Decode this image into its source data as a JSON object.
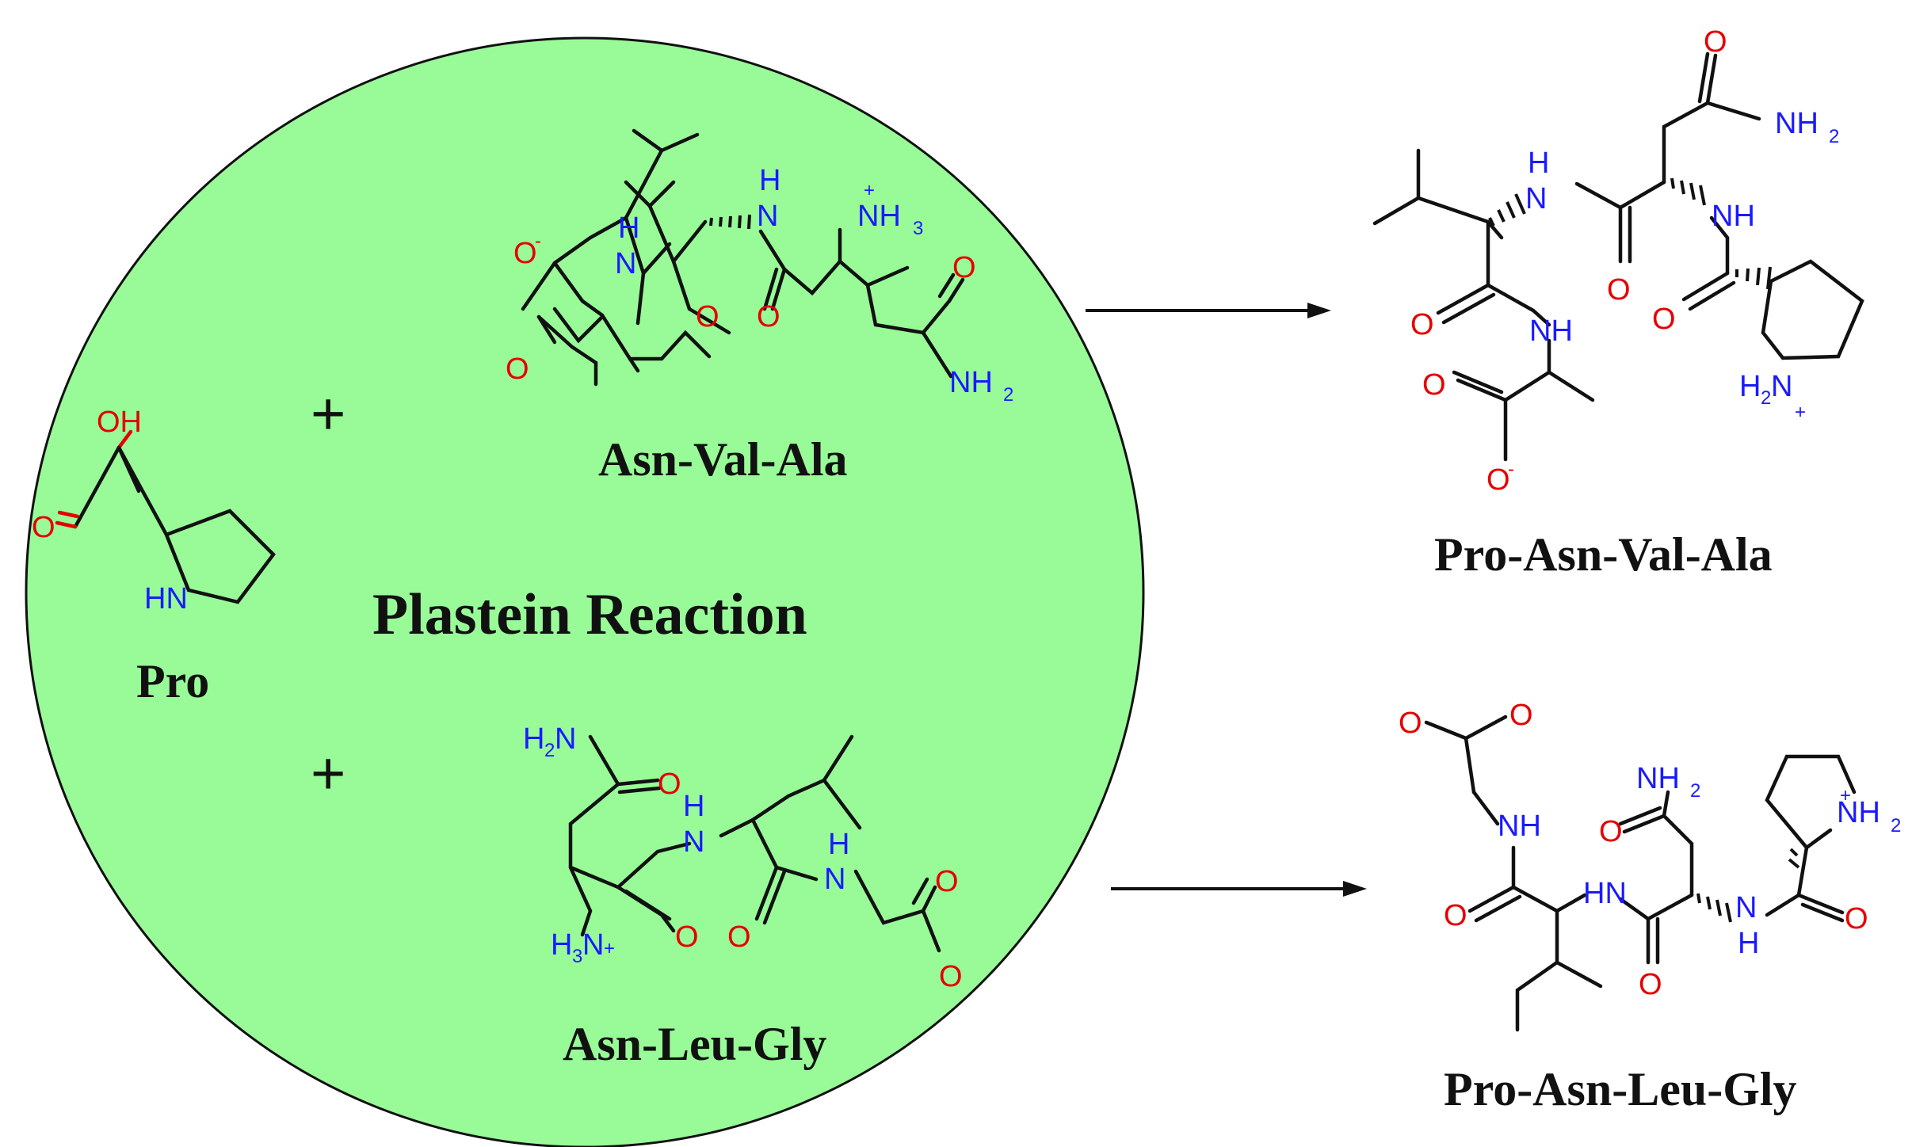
{
  "diagram": {
    "title": "Plastein Reaction",
    "reactants": [
      {
        "id": "pro",
        "label": "Pro"
      },
      {
        "id": "asn-val-ala",
        "label": "Asn-Val-Ala"
      },
      {
        "id": "asn-leu-gly",
        "label": "Asn-Leu-Gly"
      }
    ],
    "products": [
      {
        "id": "pro-asn-val-ala",
        "label": "Pro-Asn-Val-Ala"
      },
      {
        "id": "pro-asn-leu-gly",
        "label": "Pro-Asn-Leu-Gly"
      }
    ],
    "plus_sign": "+",
    "colors": {
      "circle_fill": "#98fb98",
      "bond": "#111111",
      "oxygen": "#e60000",
      "nitrogen": "#1a1aff"
    },
    "atoms": {
      "o": "O",
      "oh": "OH",
      "hn": "HN",
      "nh": "NH",
      "n": "N",
      "h": "H",
      "nh2": "NH",
      "h2n": "H",
      "nh3": "NH",
      "h3n": "H",
      "sub2": "2",
      "sub3": "3",
      "plus": "+",
      "minus": "-"
    }
  }
}
